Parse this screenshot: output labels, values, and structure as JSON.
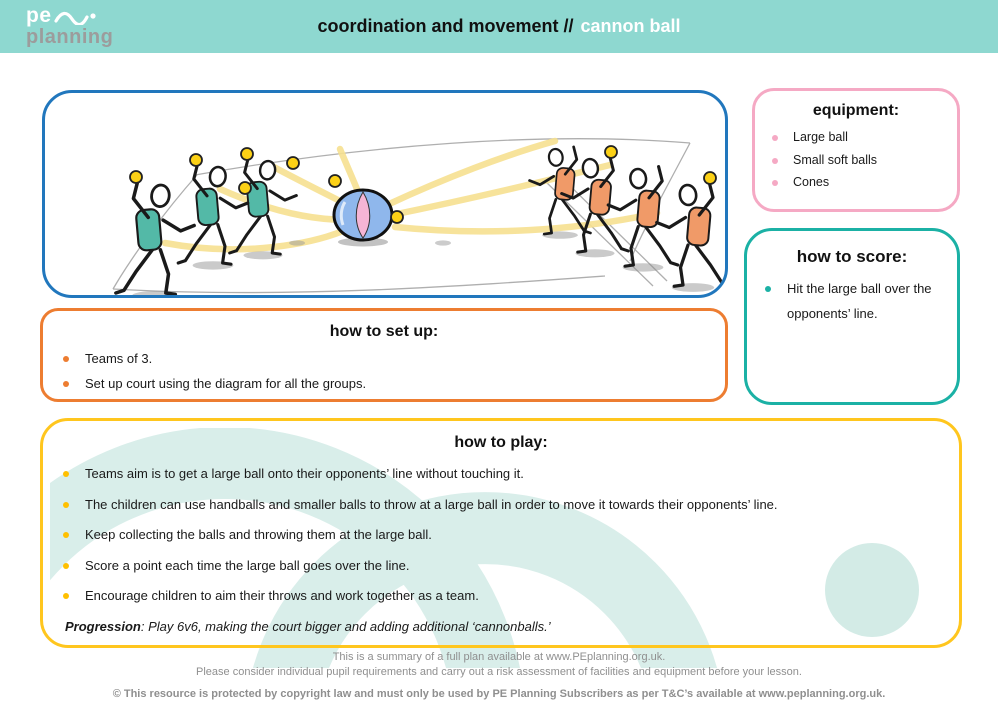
{
  "header": {
    "logo_pe": "pe",
    "logo_planning": "planning",
    "title_main": "coordination and movement //",
    "title_accent": "cannon ball"
  },
  "panels": {
    "equipment": {
      "title": "equipment:",
      "items": [
        "Large ball",
        "Small soft balls",
        "Cones"
      ]
    },
    "how_to_score": {
      "title": "how to score:",
      "items": [
        "Hit the large ball over the opponents’ line."
      ]
    },
    "how_to_set_up": {
      "title": "how to set up:",
      "items": [
        "Teams of 3.",
        "Set up court using the diagram for all the groups."
      ]
    },
    "how_to_play": {
      "title": "how to play:",
      "items": [
        "Teams aim is to get a large ball onto their opponents’ line without touching it.",
        "The children can use handballs and smaller balls to throw at a large ball in order to move it towards their opponents’ line.",
        "Keep collecting the balls and throwing them at the large ball.",
        "Score a point each time the large ball goes over the line.",
        "Encourage children to aim their throws and work together as a team."
      ],
      "progression_label": "Progression",
      "progression_text": ": Play 6v6, making the court bigger and adding additional ‘cannonballs.’"
    }
  },
  "illustration": {
    "description": "Two teams of stick-figure children (teal vests vs orange vests) throw small yellow balls at a large blue and pink beach ball in the middle of a sketched court"
  },
  "footer": {
    "line1": "This is a summary of a full plan available at www.PEplanning.org.uk.",
    "line2": "Please consider individual pupil requirements and carry out a risk assessment of facilities and equipment before your lesson.",
    "line3": "© This resource is protected by copyright law and must only be used by PE Planning Subscribers as per T&C’s available at www.peplanning.org.uk."
  },
  "colors": {
    "header_bg": "#8ed8d0",
    "logo_gray": "#9c9c9c",
    "illustration_border": "#2177bd",
    "equipment_accent": "#f5a9c4",
    "score_accent": "#1bb1a5",
    "setup_accent": "#ed7d31",
    "play_accent": "#ffc61e",
    "bullet_yellow": "#ffc000",
    "team_left_vest": "#53b9a7",
    "team_right_vest": "#f09a68",
    "small_ball": "#fcd116",
    "big_ball_blue": "#8fb7ec",
    "big_ball_pink": "#f5b5d5",
    "watermark": "#d9eeea",
    "footer_text": "#8f8f8f"
  }
}
